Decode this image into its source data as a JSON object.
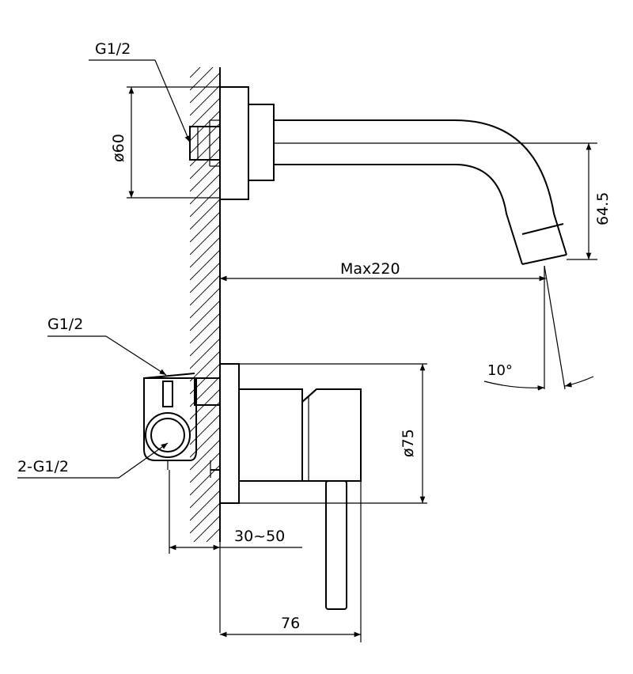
{
  "labels": {
    "spout_thread": "G1/2",
    "flange_diameter": "ø60",
    "spout_drop": "64.5",
    "max_reach": "Max220",
    "angle": "10°",
    "valve_thread": "G1/2",
    "outlets_thread": "2-G1/2",
    "handle_diameter": "ø75",
    "wall_depth": "30~50",
    "handle_depth": "76"
  }
}
